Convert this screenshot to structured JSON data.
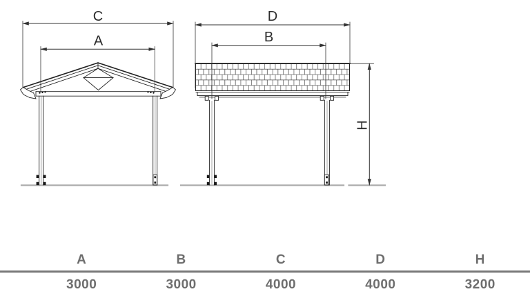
{
  "drawing": {
    "front_view": {
      "dim_top_label": "C",
      "dim_inner_label": "A"
    },
    "side_view": {
      "dim_top_label": "D",
      "dim_inner_label": "B",
      "dim_height_label": "H"
    }
  },
  "table": {
    "columns": [
      {
        "header": "A",
        "value": "3000"
      },
      {
        "header": "B",
        "value": "3000"
      },
      {
        "header": "C",
        "value": "4000"
      },
      {
        "header": "D",
        "value": "4000"
      },
      {
        "header": "H",
        "value": "3200"
      }
    ]
  },
  "colors": {
    "line": "#222222",
    "dimension": "#333333",
    "ground": "#ababab",
    "table_text": "#6e6e6e",
    "separator": "#787878"
  }
}
